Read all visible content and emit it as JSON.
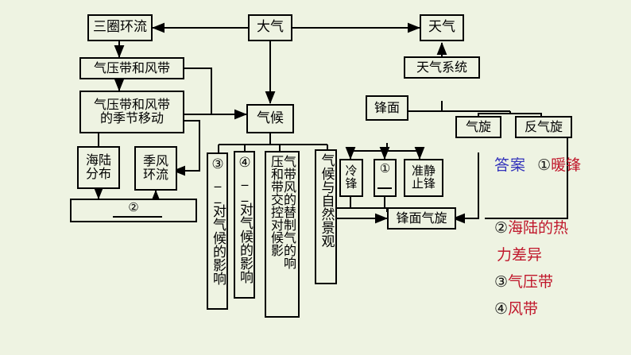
{
  "page": {
    "title": "大气与天气气候知识结构图",
    "background_color": "#eef3e2",
    "box_border_color": "#000000"
  },
  "nodes": {
    "san_quan_huan_liu": "三圈环流",
    "da_qi": "大气",
    "tian_qi": "天气",
    "qi_ya_dai_he_feng_dai": "气压带和风带",
    "ji_jie_yi_dong": "气压带和风带\n的季节移动",
    "tian_qi_xi_tong": "天气系统",
    "qi_hou": "气候",
    "feng_mian": "锋面",
    "qi_xuan": "气旋",
    "fan_qi_xuan": "反气旋",
    "hai_lu_fen_bu": "海陆\n分布",
    "ji_feng_huan_liu": "季风\n环流",
    "blank_two": "②",
    "leng_feng": "冷\n锋",
    "blank_one": "①",
    "zhun_jing_zhi_feng": "准静\n止锋",
    "feng_mian_qi_xuan": "锋面气旋"
  },
  "vertical_boxes": [
    {
      "name": "blank-three-climate-influence",
      "lines": [
        "③",
        "对气候的影响"
      ],
      "full_text": "③__对气候的影响"
    },
    {
      "name": "blank-four-climate-influence",
      "lines": [
        "④",
        "对气候的影响"
      ],
      "full_text": "④__对气候的影响"
    },
    {
      "name": "alternating-control-influence",
      "right_col": "气压带和风带的替制气的响",
      "col_a": "气带风的替制气的响",
      "col_b": "压和带交控对候影",
      "full_text": "气压带和风带的交替控制对气候的影响"
    },
    {
      "name": "climate-and-natural-landscape",
      "col_a": "气候与自然景观",
      "full_text": "气候与自然景观"
    }
  ],
  "answers": {
    "label": "答案",
    "items": [
      {
        "marker": "①",
        "text": "暖锋"
      },
      {
        "marker": "②",
        "text": "海陆的热"
      },
      {
        "marker": "",
        "text": "力差异"
      },
      {
        "marker": "③",
        "text": "气压带"
      },
      {
        "marker": "④",
        "text": "风带"
      }
    ],
    "label_color": "#3333bb",
    "text_color": "#c0172b"
  }
}
